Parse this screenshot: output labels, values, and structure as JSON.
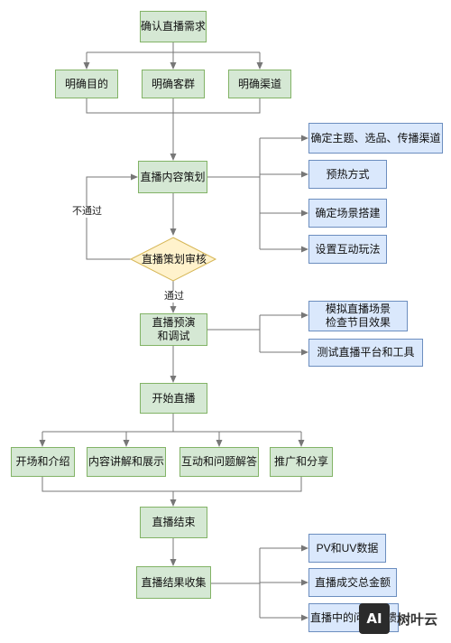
{
  "nodes": {
    "confirm_needs": "确认直播需求",
    "define_goal": "明确目的",
    "define_audience": "明确客群",
    "define_channels": "明确渠道",
    "content_planning": "直播内容策划",
    "planning_review": "直播策划审核",
    "rehearsal": "直播预演和调试",
    "start_live": "开始直播",
    "opening_intro": "开场和介绍",
    "content_explain": "内容讲解和展示",
    "interaction_qa": "互动和问题解答",
    "promotion_share": "推广和分享",
    "end_live": "直播结束",
    "collect_results": "直播结果收集"
  },
  "side_items": {
    "planning": [
      "确定主题、选品、传播渠道",
      "预热方式",
      "确定场景搭建",
      "设置互动玩法"
    ],
    "rehearsal": [
      "模拟直播场景\n检查节目效果",
      "测试直播平台和工具"
    ],
    "results": [
      "PV和UV数据",
      "直播成交总金额",
      "直播中的问题反馈"
    ]
  },
  "edge_labels": {
    "fail": "不通过",
    "pass": "通过"
  },
  "watermark": {
    "logo": "AI",
    "brand": "树叶云"
  },
  "colors": {
    "main_fill": "#d5e8d4",
    "main_stroke": "#82b366",
    "side_fill": "#dae8fc",
    "side_stroke": "#6c8ebf",
    "decision_fill": "#fff2cc",
    "decision_stroke": "#d6b656",
    "line": "#777777"
  }
}
